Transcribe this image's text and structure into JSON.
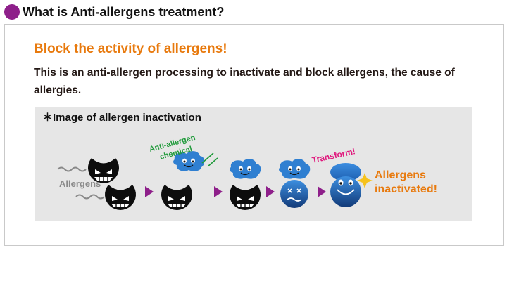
{
  "header": {
    "title": "What is Anti-allergens treatment?",
    "bullet_color": "#8e1f8a"
  },
  "main": {
    "subtitle": "Block the activity of allergens!",
    "description": "This is an anti-allergen processing to inactivate and block allergens, the cause of allergies.",
    "image": {
      "caption": "＊Image of allergen inactivation",
      "allergens_label": "Allergens",
      "chemical_label_line1": "Anti-allergen",
      "chemical_label_line2": "chemical",
      "transform_label": "Transform!",
      "result_line1": "Allergens",
      "result_line2": "inactivated!",
      "colors": {
        "accent_orange": "#e87a0e",
        "chemical_green": "#1f9a3a",
        "transform_pink": "#e0197d",
        "arrow_purple": "#8e1f8a",
        "chemical_blue": "#2f7fd1"
      }
    }
  }
}
